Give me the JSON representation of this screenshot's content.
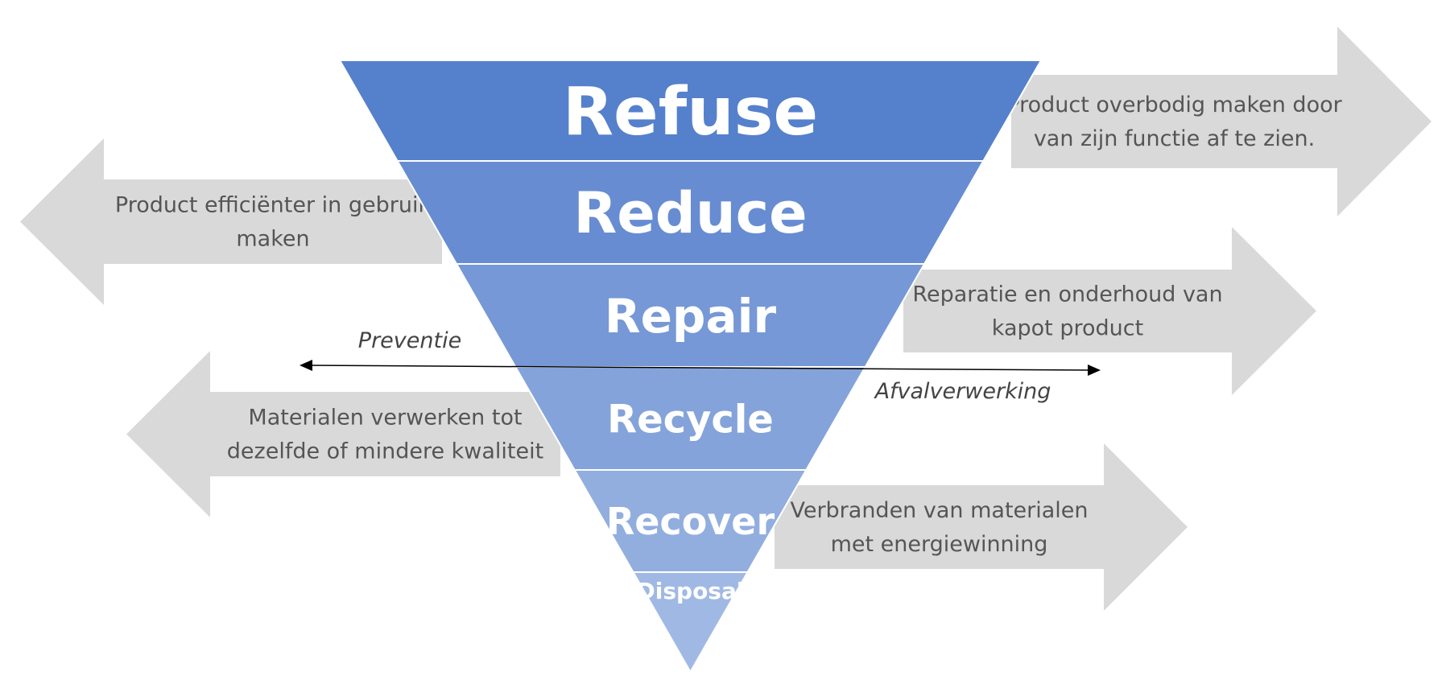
{
  "levels": [
    {
      "label": "Refuse",
      "color": "#5580cc"
    },
    {
      "label": "Reduce",
      "color": "#678cd2"
    },
    {
      "label": "Repair",
      "color": "#7698d6"
    },
    {
      "label": "Recycle",
      "color": "#84a3da"
    },
    {
      "label": "Recover",
      "color": "#92aedf"
    },
    {
      "label": "Disposal",
      "color": "#a0b9e4"
    }
  ],
  "arrows": [
    {
      "level": "Refuse",
      "direction": "right",
      "lines": [
        "Product overbodig maken door",
        "van zijn functie af te zien."
      ]
    },
    {
      "level": "Reduce",
      "direction": "left",
      "lines": [
        "Product efficiënter in gebruik",
        "maken"
      ]
    },
    {
      "level": "Repair",
      "direction": "right",
      "lines": [
        "Reparatie en onderhoud van",
        "kapot product"
      ]
    },
    {
      "level": "Recycle",
      "direction": "left",
      "lines": [
        "Materialen verwerken tot",
        "dezelfde of mindere kwaliteit"
      ]
    },
    {
      "level": "Recover",
      "direction": "right",
      "lines": [
        "Verbranden van materialen",
        "met energiewinning"
      ]
    }
  ],
  "axis": {
    "left_label": "Preventie",
    "right_label": "Afvalverwerking"
  },
  "colors": {
    "arrow_fill": "#d9d9d9",
    "arrow_text": "#555555",
    "level_text": "#ffffff",
    "axis_line": "#000000"
  }
}
